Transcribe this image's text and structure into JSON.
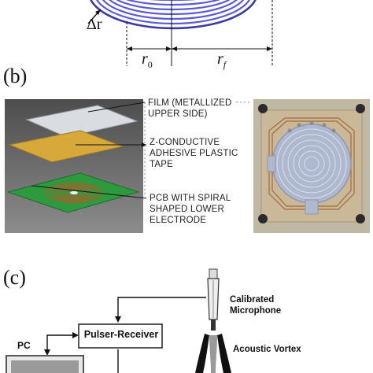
{
  "panel_a": {
    "labels": {
      "delta_r": "Δr",
      "r0": "r",
      "r0_sub": "0",
      "rf": "r",
      "rf_sub": "f"
    }
  },
  "panel_b": {
    "label": "(b)",
    "layers": [
      {
        "line1": "FILM (METALLIZED",
        "line2": "UPPER SIDE)"
      },
      {
        "line1": "Z-CONDUCTIVE",
        "line2": "ADHESIVE PLASTIC",
        "line3": "TAPE"
      },
      {
        "line1": "PCB WITH SPIRAL",
        "line2": "SHAPED LOWER",
        "line3": "ELECTRODE"
      }
    ]
  },
  "panel_c": {
    "label": "(c)",
    "pulser_receiver": "Pulser-Receiver",
    "pc": "PC",
    "microphone_line1": "Calibrated",
    "microphone_line2": "Microphone",
    "vortex": "Acoustic Vortex"
  }
}
